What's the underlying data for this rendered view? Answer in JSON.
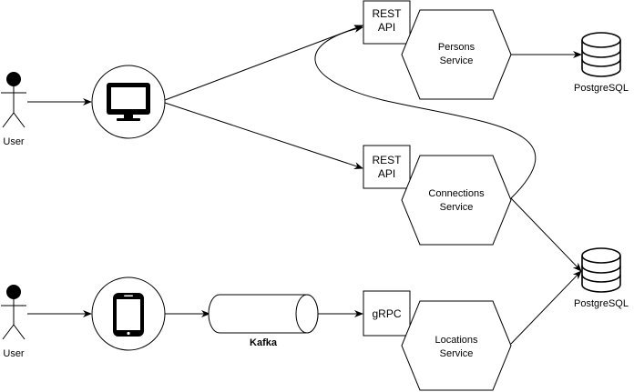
{
  "users": [
    {
      "label": "User"
    },
    {
      "label": "User"
    }
  ],
  "devices": {
    "web": {
      "icon": "monitor-icon"
    },
    "mobile": {
      "icon": "smartphone-icon"
    }
  },
  "kafka": {
    "label": "Kafka",
    "icon": "queue-cylinder-icon"
  },
  "apis": [
    {
      "line1": "REST",
      "line2": "API"
    },
    {
      "line1": "REST",
      "line2": "API"
    },
    {
      "line1": "gRPC"
    }
  ],
  "services": [
    {
      "line1": "Persons",
      "line2": "Service"
    },
    {
      "line1": "Connections",
      "line2": "Service"
    },
    {
      "line1": "Locations",
      "line2": "Service"
    }
  ],
  "databases": [
    {
      "label": "PostgreSQL",
      "icon": "database-icon"
    },
    {
      "label": "PostgreSQL",
      "icon": "database-icon"
    }
  ],
  "colors": {
    "stroke": "#000000",
    "fill": "#ffffff",
    "text": "#000000"
  }
}
